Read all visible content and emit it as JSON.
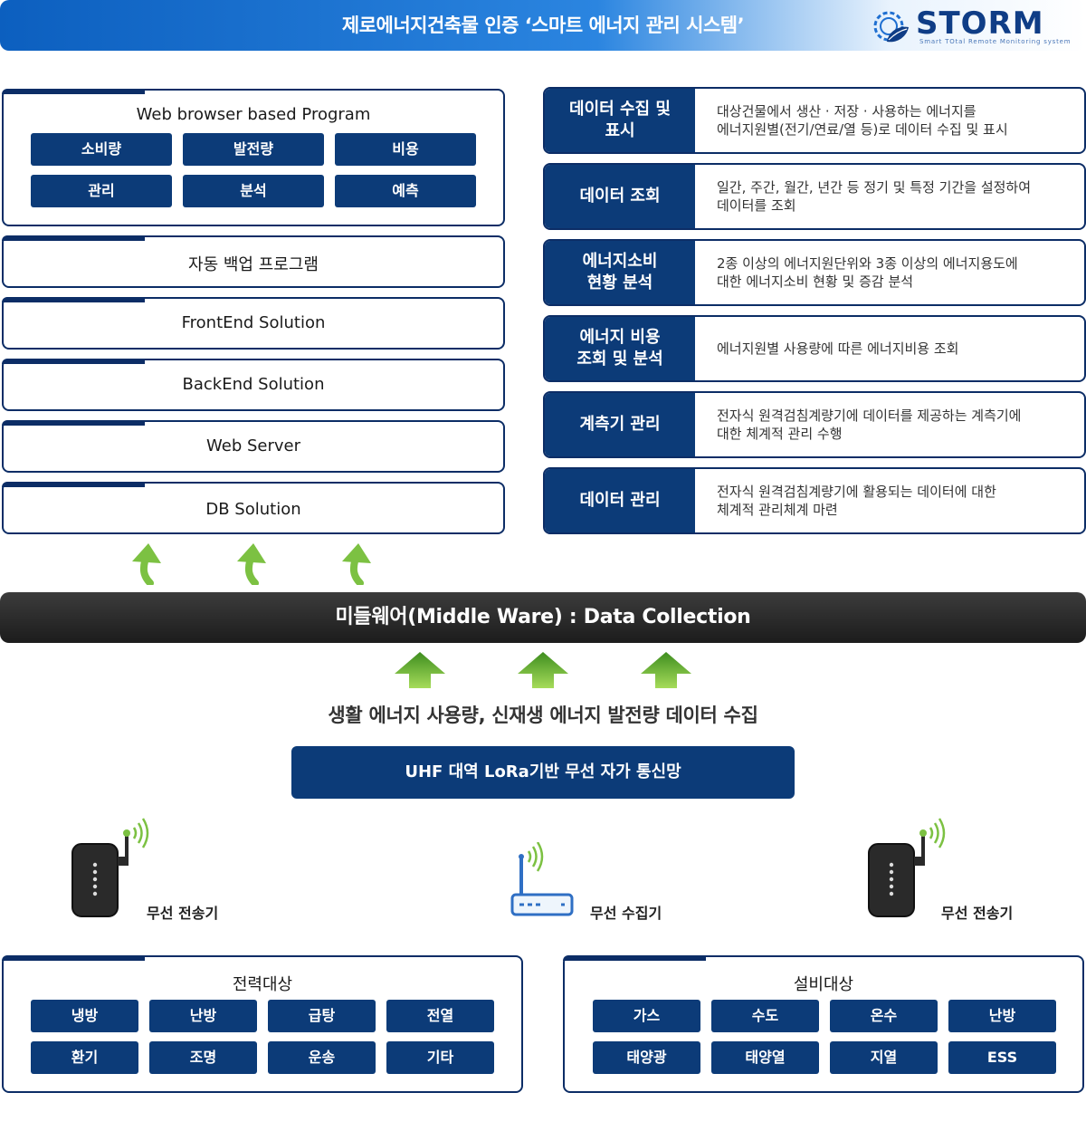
{
  "header": {
    "title": "제로에너지건축물 인증 ‘스마트 에너지 관리 시스템’",
    "logo_text": "STORM",
    "logo_subtitle": "Smart TOtal Remote Monitoring system"
  },
  "left_stack": {
    "web_program": {
      "title": "Web browser based Program",
      "buttons": [
        "소비량",
        "발전량",
        "비용",
        "관리",
        "분석",
        "예측"
      ]
    },
    "layers": [
      "자동 백업 프로그램",
      "FrontEnd Solution",
      "BackEnd Solution",
      "Web Server",
      "DB Solution"
    ]
  },
  "functions": [
    {
      "title": "데이터 수집 및\n표시",
      "desc": "대상건물에서 생산 · 저장 · 사용하는 에너지를\n에너지원별(전기/연료/열 등)로 데이터 수집 및 표시"
    },
    {
      "title": "데이터 조회",
      "desc": "일간, 주간, 월간, 년간 등 정기 및 특정 기간을 설정하여\n데이터를 조회"
    },
    {
      "title": "에너지소비\n현황 분석",
      "desc": "2종 이상의 에너지원단위와 3종 이상의 에너지용도에\n대한 에너지소비 현황 및 증감 분석"
    },
    {
      "title": "에너지 비용\n조회 및 분석",
      "desc": "에너지원별 사용량에 따른 에너지비용 조회"
    },
    {
      "title": "계측기 관리",
      "desc": "전자식 원격검침계량기에 데이터를 제공하는 계측기에\n대한 체계적 관리 수행"
    },
    {
      "title": "데이터 관리",
      "desc": "전자식 원격검침계량기에 활용되는 데이터에 대한\n체계적 관리체계 마련"
    }
  ],
  "middleware": {
    "label": "미들웨어(Middle Ware) : Data Collection"
  },
  "collection": {
    "label": "생활 에너지 사용량, 신재생 에너지 발전량 데이터  수집",
    "network": "UHF 대역 LoRa기반 무선 자가 통신망"
  },
  "devices": {
    "left": "무선 전송기",
    "center": "무선 수집기",
    "right": "무선 전송기"
  },
  "targets": {
    "power": {
      "title": "전력대상",
      "items": [
        "냉방",
        "난방",
        "급탕",
        "전열",
        "환기",
        "조명",
        "운송",
        "기타"
      ]
    },
    "facility": {
      "title": "설비대상",
      "items": [
        "가스",
        "수도",
        "온수",
        "난방",
        "태양광",
        "태양열",
        "지열",
        "ESS"
      ]
    }
  },
  "colors": {
    "navy": "#0c3b78",
    "green": "#7cc142",
    "header_blue": "#0c5fbf"
  }
}
